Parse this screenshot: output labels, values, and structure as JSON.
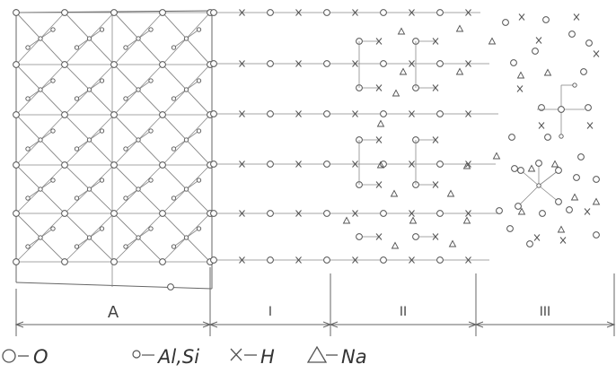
{
  "zones": {
    "a": "A",
    "i": "I",
    "ii": "II",
    "iii": "III"
  },
  "legend": {
    "oxygen": {
      "symbol": "circle",
      "label": "O"
    },
    "alsi": {
      "symbol": "small-circle",
      "label": "Al,Si"
    },
    "hydrogen": {
      "symbol": "cross",
      "label": "H"
    },
    "sodium": {
      "symbol": "triangle",
      "label": "Na"
    }
  },
  "colors": {
    "ink": "#555555",
    "background": "#ffffff"
  }
}
